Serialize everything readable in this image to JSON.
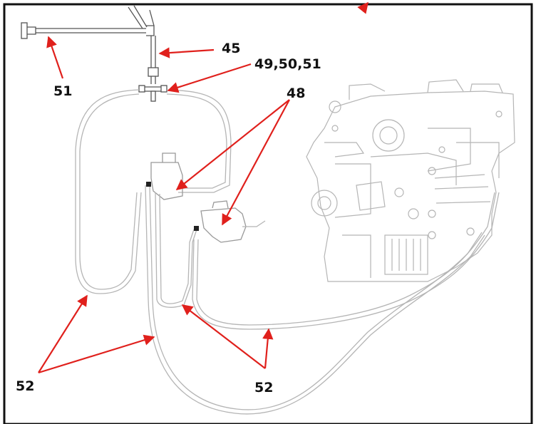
{
  "callouts": {
    "c45": "45",
    "c49": "49,50,51",
    "c51": "51",
    "c48": "48",
    "c52_left": "52",
    "c52_right": "52"
  },
  "colors": {
    "frame": "#111111",
    "arrow": "#e0201c",
    "line_art": "#b5b5b5",
    "line_art_dark": "#555555"
  }
}
